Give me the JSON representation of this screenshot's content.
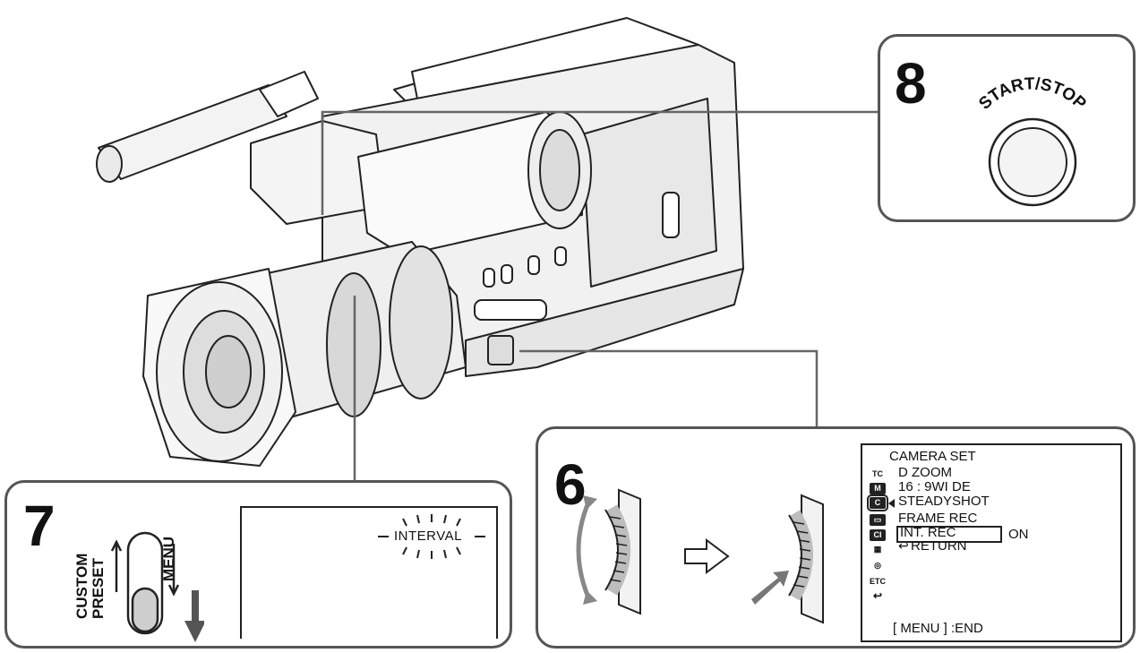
{
  "steps": {
    "step6": {
      "number": "6"
    },
    "step7": {
      "number": "7"
    },
    "step8": {
      "number": "8"
    }
  },
  "buttons": {
    "start_stop_label": "START/STOP"
  },
  "switch": {
    "upper_label_line1": "CUSTOM",
    "upper_label_line2": "PRESET",
    "lower_label": "MENU"
  },
  "display": {
    "interval_text": "INTERVAL"
  },
  "menu": {
    "header": "CAMERA SET",
    "items": [
      {
        "icon": "TC",
        "label": "D ZOOM"
      },
      {
        "icon": "M",
        "label": "16 : 9WI DE"
      },
      {
        "icon": "C",
        "label": "STEADYSHOT"
      },
      {
        "icon": "▭",
        "label": "FRAME REC"
      },
      {
        "icon": "CI",
        "label": "INT. REC"
      },
      {
        "icon": "▦",
        "label": "RETURN"
      },
      {
        "icon": "◎",
        "label": ""
      },
      {
        "icon": "ETC",
        "label": ""
      },
      {
        "icon": "↩",
        "label": ""
      }
    ],
    "selected_value": "ON",
    "footer": "[ MENU ] :END"
  }
}
